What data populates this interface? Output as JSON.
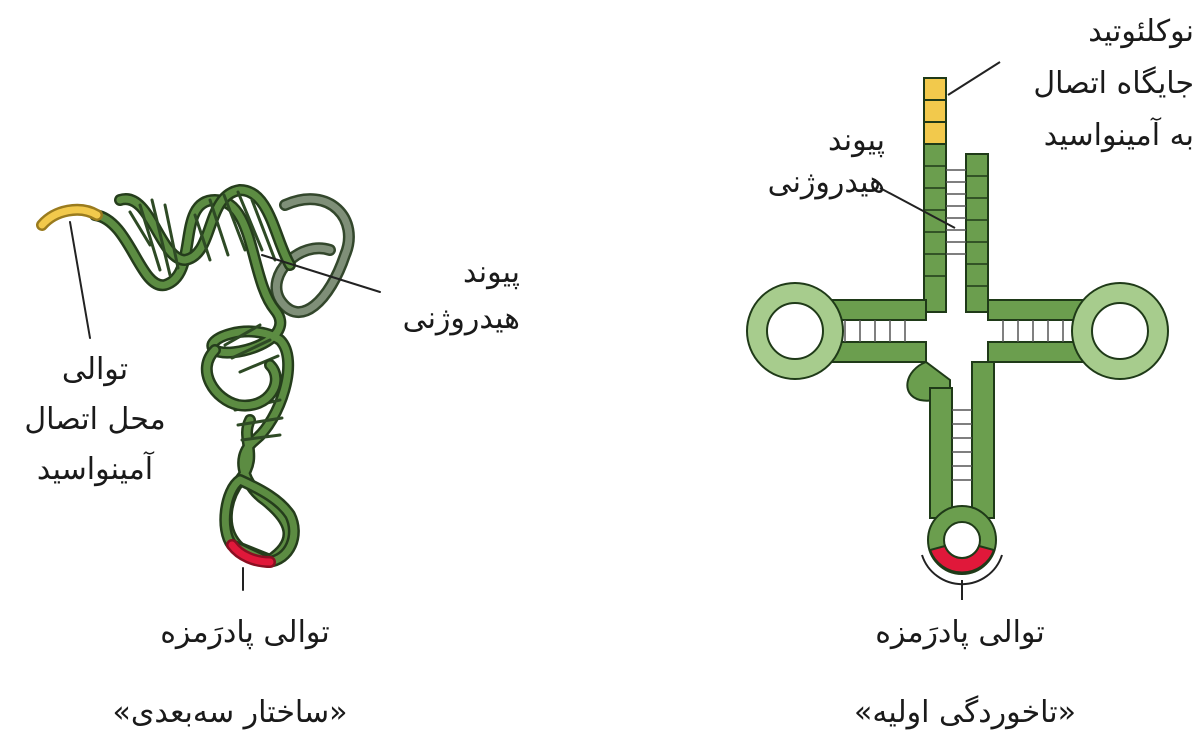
{
  "left_panel": {
    "caption": "«ساختار سه‌بعدی»",
    "bond_label": [
      "پیوند",
      "هیدروژنی"
    ],
    "amino_site_label": [
      "توالی",
      "محل اتصال",
      "آمینواسید"
    ],
    "anticodon_label": "توالی پادرَمزه"
  },
  "right_panel": {
    "caption": "«تاخوردگی اولیه»",
    "nucleotide_label": [
      "نوکلئوتید",
      "جایگاه اتصال",
      "به آمینواسید"
    ],
    "bond_label": [
      "پیوند",
      "هیدروژنی"
    ],
    "anticodon_label": "توالی پادرَمزه"
  },
  "colors": {
    "strand_dark": "#4e7a38",
    "strand_fill": "#6b9e4e",
    "loop_fill": "#a7cc8d",
    "amino_end": "#f2c94c",
    "anticodon": "#e0183a",
    "outline": "#1f3a18"
  }
}
